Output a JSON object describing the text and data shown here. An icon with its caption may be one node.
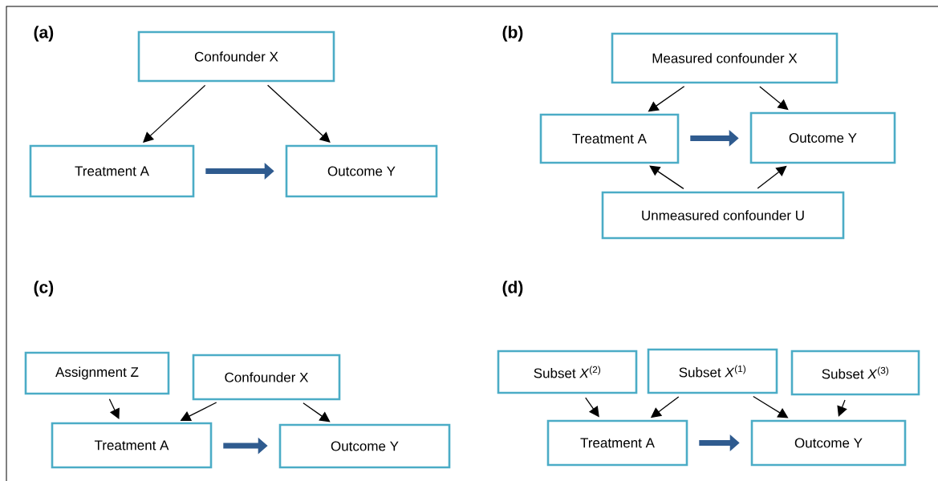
{
  "diagram": {
    "nodes": [
      {
        "text": [
          "Confounder X"
        ]
      },
      {
        "text": [
          "Treatment A"
        ]
      },
      {
        "text": [
          "Outcome Y"
        ]
      },
      {
        "text": [
          "Measured confounder X"
        ]
      },
      {
        "text": [
          "Treatment A"
        ]
      },
      {
        "text": [
          "Outcome Y"
        ]
      },
      {
        "text": [
          "Unmeasured confounder U"
        ]
      },
      {
        "text": [
          "Assignment Z"
        ]
      },
      {
        "text": [
          "Confounder X"
        ]
      },
      {
        "text": [
          "Treatment A"
        ]
      },
      {
        "text": [
          "Outcome Y"
        ]
      },
      {
        "text": [
          "Subset *X*$^{(2)}$"
        ]
      },
      {
        "text": [
          "Subset *X*$^{(1)}$"
        ]
      },
      {
        "text": [
          "Subset *X*$^{(3)}$"
        ]
      },
      {
        "text": [
          "Treatment A"
        ]
      },
      {
        "text": [
          "Outcome Y"
        ]
      }
    ],
    "edges": [
      {
        "from": 0,
        "to": 1,
        "arrow": "to"
      },
      {
        "from": 0,
        "to": 2,
        "arrow": "to"
      },
      {
        "from": 1,
        "to": 2,
        "arrow": "to",
        "style": "thick",
        "color": "#2f5b8f"
      },
      {
        "from": 3,
        "to": 4,
        "arrow": "to"
      },
      {
        "from": 3,
        "to": 5,
        "arrow": "to"
      },
      {
        "from": 4,
        "to": 5,
        "arrow": "to",
        "style": "thick",
        "color": "#2f5b8f"
      },
      {
        "from": 6,
        "to": 4,
        "arrow": "to"
      },
      {
        "from": 6,
        "to": 5,
        "arrow": "to"
      },
      {
        "from": 7,
        "to": 9,
        "arrow": "to"
      },
      {
        "from": 8,
        "to": 9,
        "arrow": "to"
      },
      {
        "from": 8,
        "to": 10,
        "arrow": "to"
      },
      {
        "from": 9,
        "to": 10,
        "arrow": "to",
        "style": "thick",
        "color": "#2f5b8f"
      },
      {
        "from": 11,
        "to": 14,
        "arrow": "to"
      },
      {
        "from": 12,
        "to": 14,
        "arrow": "to"
      },
      {
        "from": 12,
        "to": 15,
        "arrow": "to"
      },
      {
        "from": 13,
        "to": 15,
        "arrow": "to"
      },
      {
        "from": 14,
        "to": 15,
        "arrow": "to",
        "style": "thick",
        "color": "#2f5b8f"
      }
    ],
    "labels": [
      "(a)",
      "(b)",
      "(c)",
      "(d)"
    ]
  }
}
